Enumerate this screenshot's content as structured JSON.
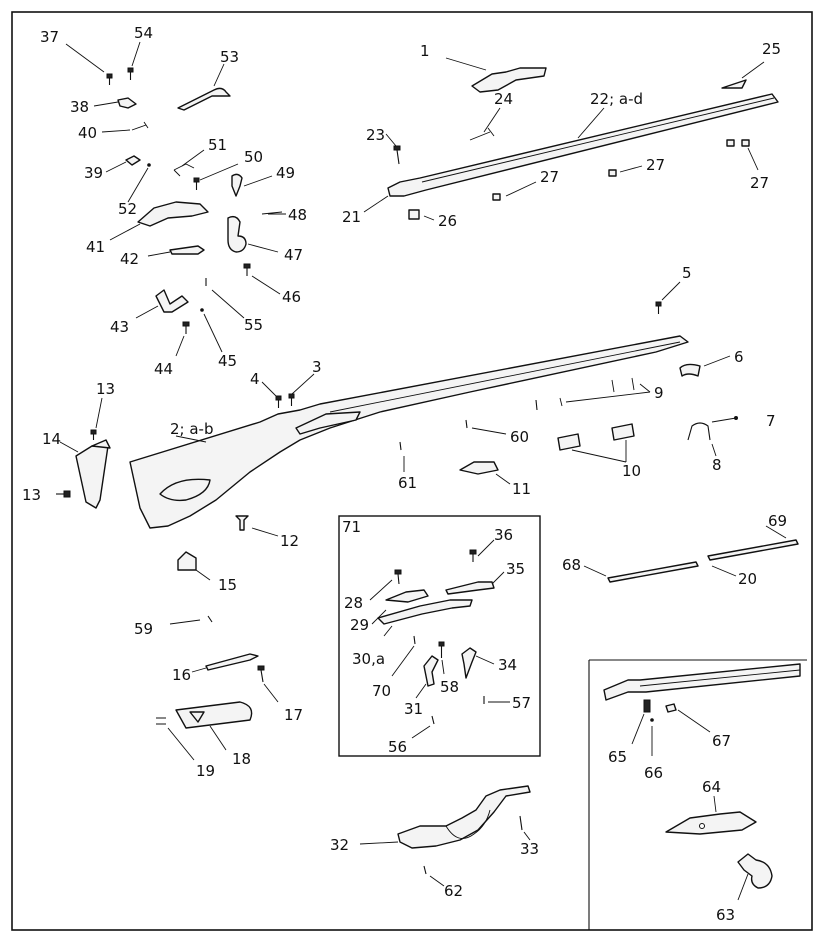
{
  "title": "",
  "labels": {
    "l37": "37",
    "l54": "54",
    "l53": "53",
    "l38": "38",
    "l40": "40",
    "l39": "39",
    "l51": "51",
    "l50": "50",
    "l49": "49",
    "l52": "52",
    "l48": "48",
    "l41": "41",
    "l42": "42",
    "l47": "47",
    "l46": "46",
    "l55": "55",
    "l43": "43",
    "l44": "44",
    "l45": "45",
    "l1": "1",
    "l24": "24",
    "l22": "22; a-d",
    "l25": "25",
    "l23": "23",
    "l21": "21",
    "l26": "26",
    "l27a": "27",
    "l27b": "27",
    "l27c": "27",
    "l5": "5",
    "l6": "6",
    "l4": "4",
    "l3": "3",
    "l9": "9",
    "l7": "7",
    "l13a": "13",
    "l14": "14",
    "l2": "2; a-b",
    "l60": "60",
    "l8": "8",
    "l13b": "13",
    "l61": "61",
    "l11": "11",
    "l10": "10",
    "l12": "12",
    "l15": "15",
    "l59": "59",
    "l71": "71",
    "l36": "36",
    "l35": "35",
    "l28": "28",
    "l29": "29",
    "l30": "30,a",
    "l34": "34",
    "l70": "70",
    "l58": "58",
    "l31": "31",
    "l57": "57",
    "l56": "56",
    "l69": "69",
    "l68": "68",
    "l20": "20",
    "l16": "16",
    "l17": "17",
    "l18": "18",
    "l19": "19",
    "l65": "65",
    "l67": "67",
    "l66": "66",
    "l64": "64",
    "l63": "63",
    "l32": "32",
    "l33": "33",
    "l62": "62"
  }
}
